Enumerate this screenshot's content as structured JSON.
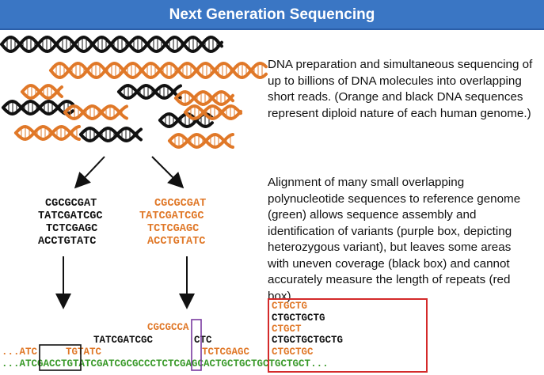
{
  "header": {
    "title": "Next Generation Sequencing"
  },
  "descriptions": {
    "preparation": "DNA preparation and simultaneous sequencing of up to billions of DNA molecules into overlapping short reads. (Orange and black DNA sequences represent diploid nature of each human genome.)",
    "alignment": "Alignment of many small overlapping polynucleotide sequences to reference genome (green) allows sequence assembly and identification of variants (purple box, depicting heterozygous variant), but leaves some areas with uneven coverage (black box) and cannot accurately measure the length of repeats (red box)."
  },
  "reads": {
    "black": [
      "CGCGCGAT",
      "TATCGATCGC",
      "TCTCGAGC",
      "ACCTGTATC"
    ],
    "orange": [
      "CGCGCGAT",
      "TATCGATCGC",
      "TCTCGAGC",
      "ACCTGTATC"
    ]
  },
  "alignment": {
    "row1_orange": "CGCGCCA",
    "row2_black_a": "TATCGATCGC",
    "row2_black_b": "CTC",
    "row3_orange_a": "...ATC",
    "row3_orange_b": "TGTATC",
    "row3_orange_c": "TCTCGAGC",
    "reference_green": "...ATCGACCTGTATCGATCGCGCCCTCTCGAGCACTGCTGCTGCTGCTGCT...",
    "repeat_reads": [
      {
        "text": "CTGCTG",
        "color": "orange"
      },
      {
        "text": "CTGCTGCTG",
        "color": "black"
      },
      {
        "text": "CTGCT",
        "color": "orange"
      },
      {
        "text": "CTGCTGCTGCTG",
        "color": "black"
      },
      {
        "text": "CTGCTGC",
        "color": "orange"
      }
    ]
  },
  "colors": {
    "header": "#3a76c4",
    "orange": "#e07828",
    "black": "#111111",
    "green": "#3a9a2a",
    "purple_box": "#7a3aa0",
    "red_box": "#d42a2a",
    "black_box": "#111111"
  }
}
